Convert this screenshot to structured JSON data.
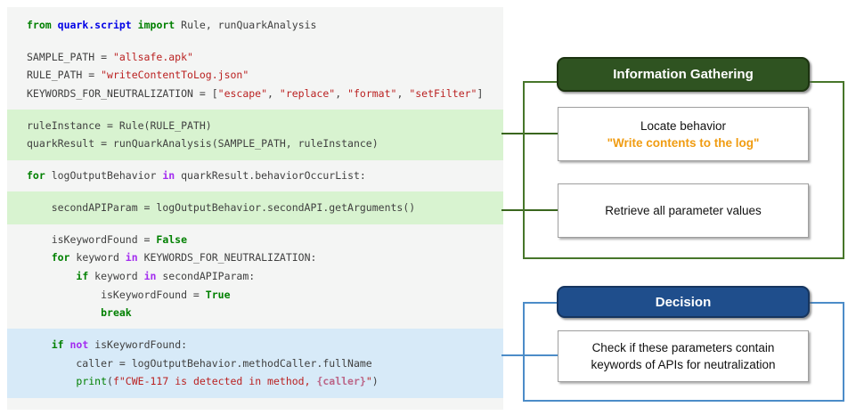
{
  "code": {
    "blocks": [
      {
        "hl": "plain",
        "lines": [
          [
            [
              "k",
              "from"
            ],
            [
              "p",
              " "
            ],
            [
              "nn",
              "quark.script"
            ],
            [
              "p",
              " "
            ],
            [
              "k",
              "import"
            ],
            [
              "p",
              " Rule, runQuarkAnalysis"
            ]
          ]
        ]
      },
      {
        "hl": "spacer"
      },
      {
        "hl": "plain",
        "lines": [
          [
            [
              "p",
              "SAMPLE_PATH = "
            ],
            [
              "s",
              "\"allsafe.apk\""
            ]
          ],
          [
            [
              "p",
              "RULE_PATH = "
            ],
            [
              "s",
              "\"writeContentToLog.json\""
            ]
          ],
          [
            [
              "p",
              "KEYWORDS_FOR_NEUTRALIZATION = ["
            ],
            [
              "s",
              "\"escape\""
            ],
            [
              "p",
              ", "
            ],
            [
              "s",
              "\"replace\""
            ],
            [
              "p",
              ", "
            ],
            [
              "s",
              "\"format\""
            ],
            [
              "p",
              ", "
            ],
            [
              "s",
              "\"setFilter\""
            ],
            [
              "p",
              "]"
            ]
          ]
        ]
      },
      {
        "hl": "green",
        "lines": [
          [
            [
              "p",
              "ruleInstance = Rule(RULE_PATH)"
            ]
          ],
          [
            [
              "p",
              "quarkResult = runQuarkAnalysis(SAMPLE_PATH, ruleInstance)"
            ]
          ]
        ]
      },
      {
        "hl": "plain",
        "lines": [
          [
            [
              "k",
              "for"
            ],
            [
              "p",
              " logOutputBehavior "
            ],
            [
              "ow",
              "in"
            ],
            [
              "p",
              " quarkResult.behaviorOccurList:"
            ]
          ]
        ]
      },
      {
        "hl": "green",
        "lines": [
          [
            [
              "p",
              "    secondAPIParam = logOutputBehavior.secondAPI.getArguments()"
            ]
          ]
        ]
      },
      {
        "hl": "plain",
        "lines": [
          [
            [
              "p",
              "    isKeywordFound = "
            ],
            [
              "kc",
              "False"
            ]
          ],
          [
            [
              "p",
              "    "
            ],
            [
              "k",
              "for"
            ],
            [
              "p",
              " keyword "
            ],
            [
              "ow",
              "in"
            ],
            [
              "p",
              " KEYWORDS_FOR_NEUTRALIZATION:"
            ]
          ],
          [
            [
              "p",
              "        "
            ],
            [
              "k",
              "if"
            ],
            [
              "p",
              " keyword "
            ],
            [
              "ow",
              "in"
            ],
            [
              "p",
              " secondAPIParam:"
            ]
          ],
          [
            [
              "p",
              "            isKeywordFound = "
            ],
            [
              "kc",
              "True"
            ]
          ],
          [
            [
              "p",
              "            "
            ],
            [
              "k",
              "break"
            ]
          ]
        ]
      },
      {
        "hl": "blue",
        "lines": [
          [
            [
              "p",
              "    "
            ],
            [
              "k",
              "if"
            ],
            [
              "p",
              " "
            ],
            [
              "ow",
              "not"
            ],
            [
              "p",
              " isKeywordFound:"
            ]
          ],
          [
            [
              "p",
              "        caller = logOutputBehavior.methodCaller.fullName"
            ]
          ],
          [
            [
              "p",
              "        "
            ],
            [
              "nb",
              "print"
            ],
            [
              "p",
              "("
            ],
            [
              "s",
              "f\"CWE-117 is detected in method, "
            ],
            [
              "si",
              "{caller}"
            ],
            [
              "s",
              "\""
            ],
            [
              "p",
              ")"
            ]
          ]
        ]
      }
    ]
  },
  "right_panel": {
    "info_section": {
      "header": "Information Gathering",
      "boxes": [
        {
          "line1": "Locate behavior",
          "line2": "\"Write contents to the log\""
        },
        {
          "line1": "Retrieve all parameter values"
        }
      ]
    },
    "decision_section": {
      "header": "Decision",
      "boxes": [
        {
          "line1": "Check if these parameters contain",
          "line2": "keywords of APIs for neutralization"
        }
      ]
    }
  },
  "colors": {
    "code_background": "#f4f5f4",
    "highlight_green": "#d8f3d0",
    "highlight_blue": "#d7eaf8",
    "keyword_green": "#008000",
    "namespace_blue": "#0000e6",
    "operator_purple": "#a32cf0",
    "string_red": "#ba2121",
    "info_header_green": "#2f5321",
    "info_frame_green": "#47762a",
    "decision_header_blue": "#1f4e8c",
    "decision_frame_blue": "#4c8cc8",
    "orange_emphasis": "#f09c12"
  }
}
